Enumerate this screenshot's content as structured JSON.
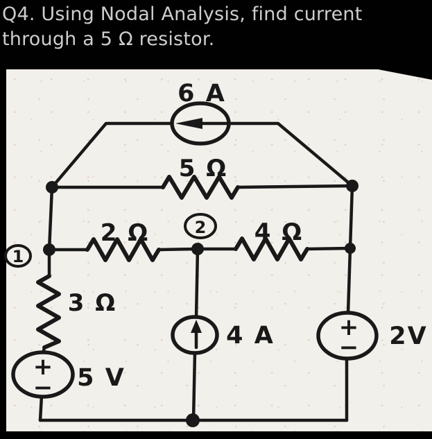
{
  "header": {
    "line1": "Q4. Using Nodal Analysis, find current",
    "line2": "through a 5 Ω resistor."
  },
  "colors": {
    "background": "#000000",
    "header_text": "#cdcdcd",
    "paper": "#f2f0ea",
    "ink": "#191919"
  },
  "circuit": {
    "sources": {
      "top_current": {
        "value": "6 A",
        "kind": "current-source",
        "arrow_direction": "left"
      },
      "middle_current": {
        "value": "4 A",
        "kind": "current-source",
        "arrow_direction": "up"
      },
      "left_voltage": {
        "value": "5 V",
        "kind": "voltage-source",
        "plus": "+",
        "minus": "−"
      },
      "right_voltage": {
        "value": "2V",
        "kind": "voltage-source",
        "plus": "+",
        "minus": "−"
      }
    },
    "resistors": {
      "r5": "5 Ω",
      "r2": "2 Ω",
      "r4": "4 Ω",
      "r3": "3 Ω"
    },
    "nodes": {
      "n1": "1",
      "n2": "2"
    }
  }
}
